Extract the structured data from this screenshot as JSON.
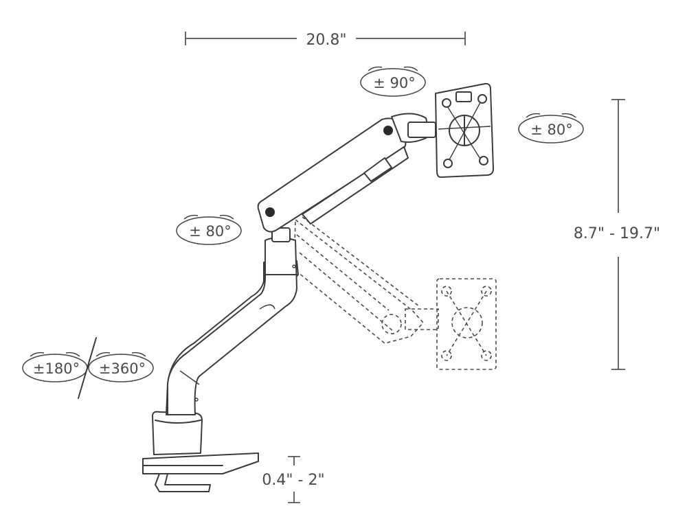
{
  "dimensions": {
    "arm_reach": "20.8\"",
    "height_range": "8.7\" - 19.7\"",
    "clamp_range": "0.4\" - 2\""
  },
  "rotations": {
    "monitor_rotate": "± 90°",
    "monitor_tilt": "± 80°",
    "elbow_swivel": "± 80°",
    "base_swivel_1": "±180°",
    "base_swivel_2": "±360°"
  }
}
